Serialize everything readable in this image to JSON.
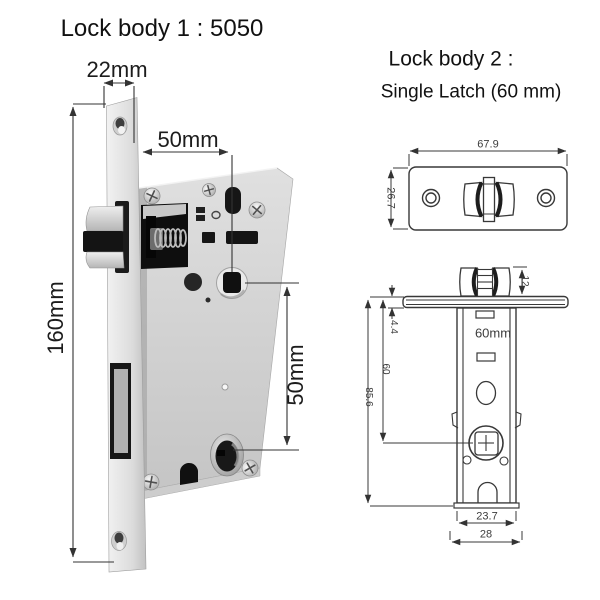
{
  "lock_body_1": {
    "title": "Lock body 1 : 5050",
    "dimensions": {
      "faceplate_width": "22mm",
      "faceplate_height": "160mm",
      "backset": "50mm",
      "center_distance": "50mm"
    }
  },
  "lock_body_2": {
    "title": "Lock body 2 :",
    "subtitle": "Single Latch (60 mm)",
    "strike_plate": {
      "width": "67.9",
      "height": "26.7"
    },
    "latch": {
      "bolt_height": "12",
      "plate_thickness": "4.4",
      "backset": "60",
      "total_depth": "85.6",
      "body_label": "60mm",
      "body_width": "23.7",
      "mount_width": "28"
    }
  }
}
